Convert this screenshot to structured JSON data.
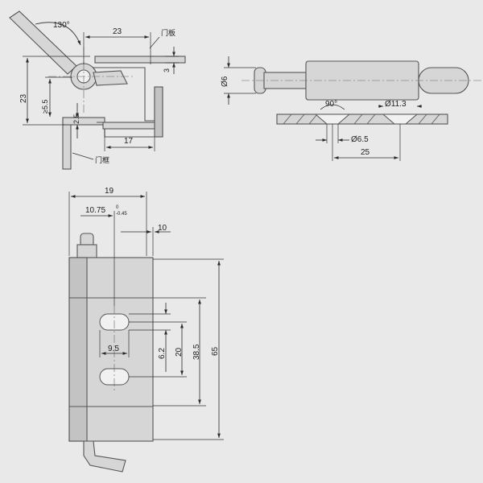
{
  "side_view": {
    "angle": "130°",
    "dim_top_width": "23",
    "dim_height": "23",
    "dim_min_offset": "≥5.5",
    "dim_thickness_top": "3",
    "dim_thickness_mid": "2.5",
    "dim_bottom_width": "17",
    "label_door_plate": "门板",
    "label_door_frame": "门框"
  },
  "pin_view": {
    "dim_pin_dia": "Ø6",
    "dim_countersink_angle": "90°",
    "dim_countersink_dia": "Ø11.3",
    "dim_hole_dia": "Ø6.5",
    "dim_hole_spacing": "25"
  },
  "front_view": {
    "dim_width_19": "19",
    "dim_10_75": "10.75",
    "tolerance_upper": "0",
    "tolerance_lower": "-0.45",
    "dim_10": "10",
    "dim_65": "65",
    "dim_38_5": "38.5",
    "dim_20": "20",
    "dim_6_2": "6.2",
    "dim_9_5": "9.5"
  },
  "colors": {
    "background": "#e9e9ea",
    "part_fill": "#d6d6d6",
    "line": "#2a2a2a"
  }
}
